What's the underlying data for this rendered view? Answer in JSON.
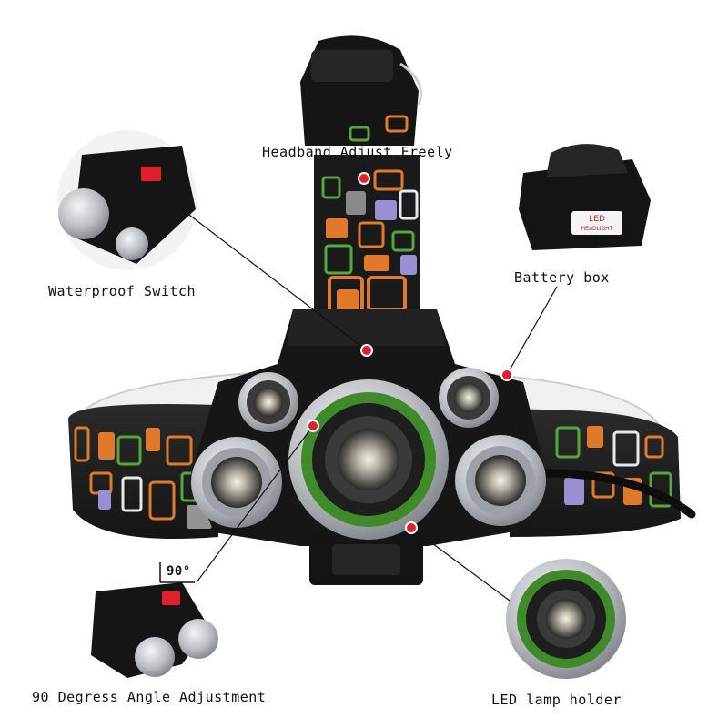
{
  "labels": {
    "headband": "Headband Adjust Freely",
    "switch": "Waterproof Switch",
    "battery": "Battery box",
    "angle": "90 Degress Angle Adjustment",
    "holder": "LED lamp holder",
    "degree": "90°",
    "battery_tag_line1": "LED",
    "battery_tag_line2": "HEADLIGHT"
  },
  "colors": {
    "background": "#ffffff",
    "marker": "#e0202a",
    "lens_ring": "#3f8a2a",
    "body": "#161616",
    "chrome": "#c9ccd0"
  }
}
